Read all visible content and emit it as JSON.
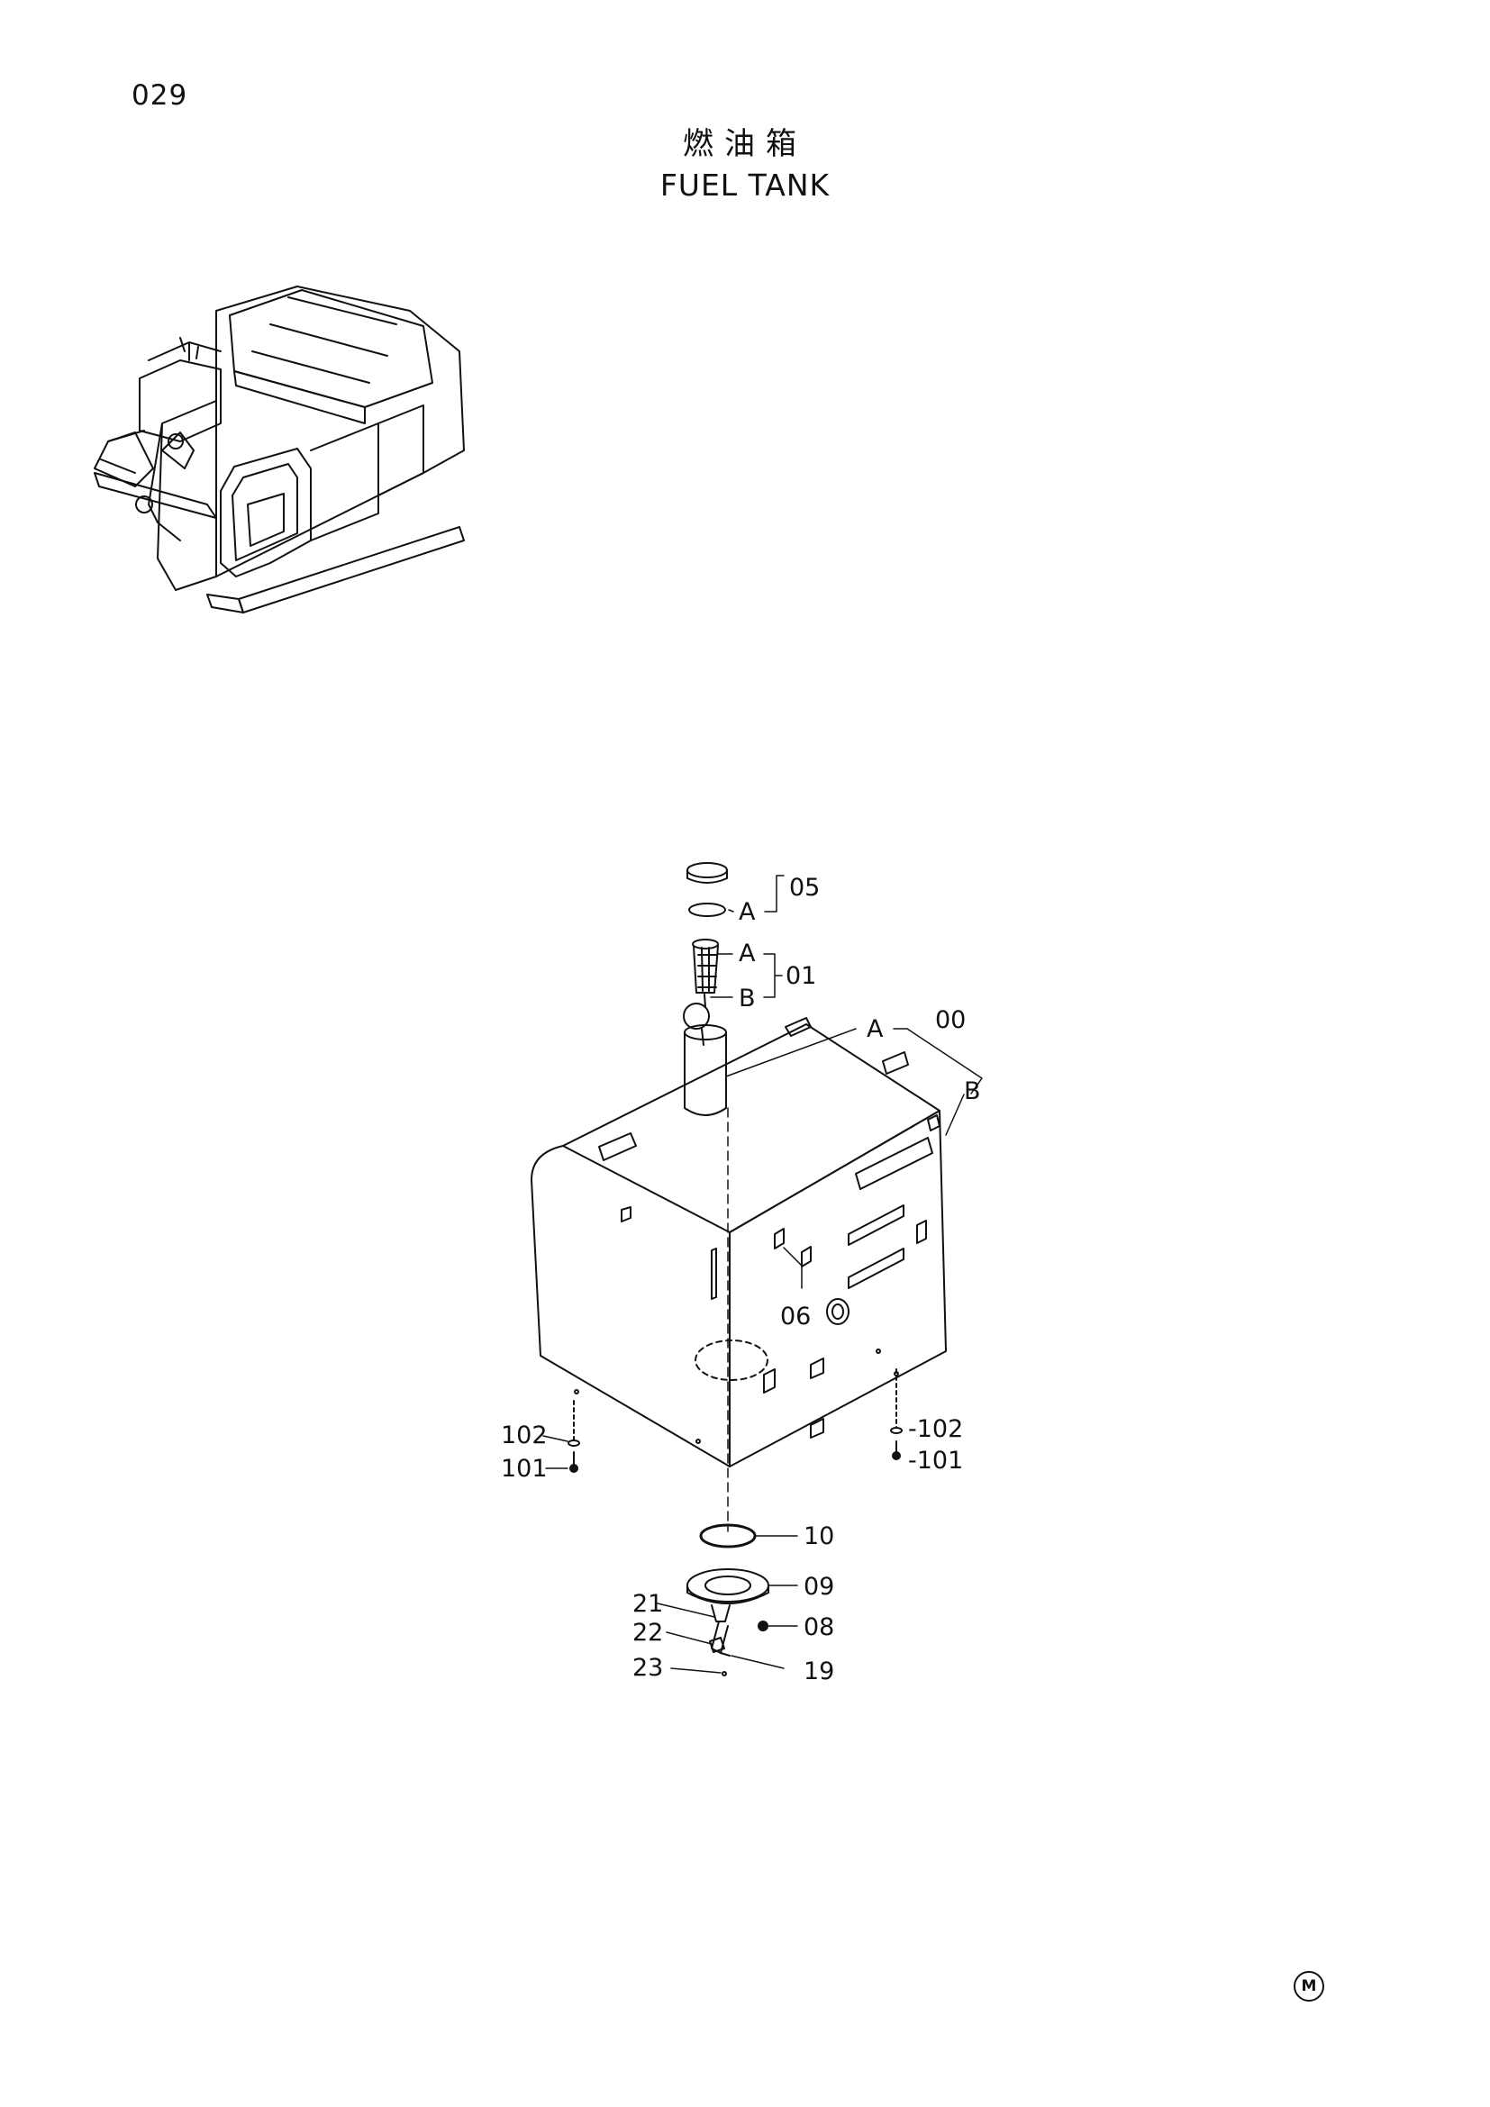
{
  "header": {
    "page_number": "029",
    "title_cn": "燃油箱",
    "title_en": "FUEL TANK"
  },
  "labels": {
    "p05": "05",
    "p01": "01",
    "p00": "00",
    "p06": "06",
    "p10": "10",
    "p09": "09",
    "p08": "08",
    "p19": "19",
    "p21": "21",
    "p22": "22",
    "p23": "23",
    "p102_left": "102",
    "p101_left": "101",
    "p102_right": "-102",
    "p101_right": "-101",
    "a_05": "A",
    "a_01": "A",
    "b_01": "B",
    "a_00": "A",
    "b_00": "B"
  },
  "footer": {
    "mark": "M"
  }
}
